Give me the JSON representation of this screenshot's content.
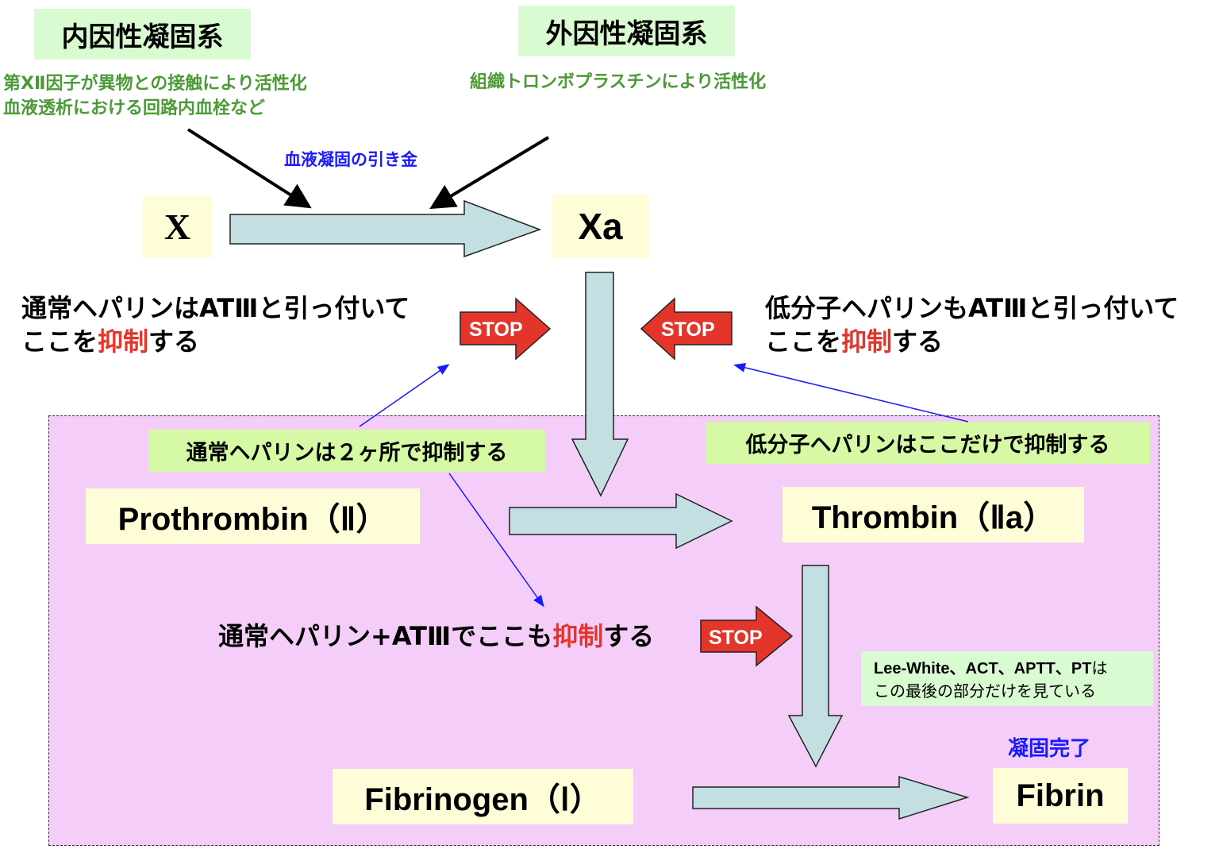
{
  "intrinsic": {
    "title": "内因性凝固系",
    "desc_line1": "第XⅡ因子が異物との接触により活性化",
    "desc_line2": "血液透析における回路内血栓など"
  },
  "extrinsic": {
    "title": "外因性凝固系",
    "desc": "組織トロンボプラスチンにより活性化"
  },
  "trigger_label": "血液凝固の引き金",
  "factors": {
    "x": "X",
    "xa": "Xa",
    "prothrombin": "Prothrombin（Ⅱ）",
    "thrombin": "Thrombin（Ⅱa）",
    "fibrinogen": "Fibrinogen（Ⅰ）",
    "fibrin": "Fibrin"
  },
  "notes": {
    "heparin_line1": "通常ヘパリンはATⅢと引っ付いて",
    "heparin_line2_pre": "ここを",
    "heparin_line2_red": "抑制",
    "heparin_line2_post": "する",
    "lmwh_line1": "低分子ヘパリンもATⅢと引っ付いて",
    "lmwh_line2_pre": "ここを",
    "lmwh_line2_red": "抑制",
    "lmwh_line2_post": "する",
    "heparin_two_sites": "通常ヘパリンは２ヶ所で抑制する",
    "lmwh_only_here": "低分子ヘパリンはここだけで抑制する",
    "heparin_at3_pre": "通常ヘパリン+ATⅢでここも",
    "heparin_at3_red": "抑制",
    "heparin_at3_post": "する",
    "tests_line1_bold": "Lee-White、ACT、APTT、PT",
    "tests_line1_tail": "は",
    "tests_line2": "この最後の部分だけを見ている",
    "complete": "凝固完了"
  },
  "stop_signs": [
    {
      "label": "STOP",
      "direction": "right"
    },
    {
      "label": "STOP",
      "direction": "left"
    },
    {
      "label": "STOP",
      "direction": "right"
    }
  ],
  "colors": {
    "arrow_fill": "#c4dfe2",
    "stop_fill": "#e4352a",
    "region_fill": "#f5cdf9",
    "factor_box": "#fefdd7",
    "title_box": "#d9fbd1",
    "note_box": "#d6f9a5",
    "green_text": "#4a9a35",
    "blue_text": "#1a1aff",
    "inhibit_red": "#e4352a"
  }
}
